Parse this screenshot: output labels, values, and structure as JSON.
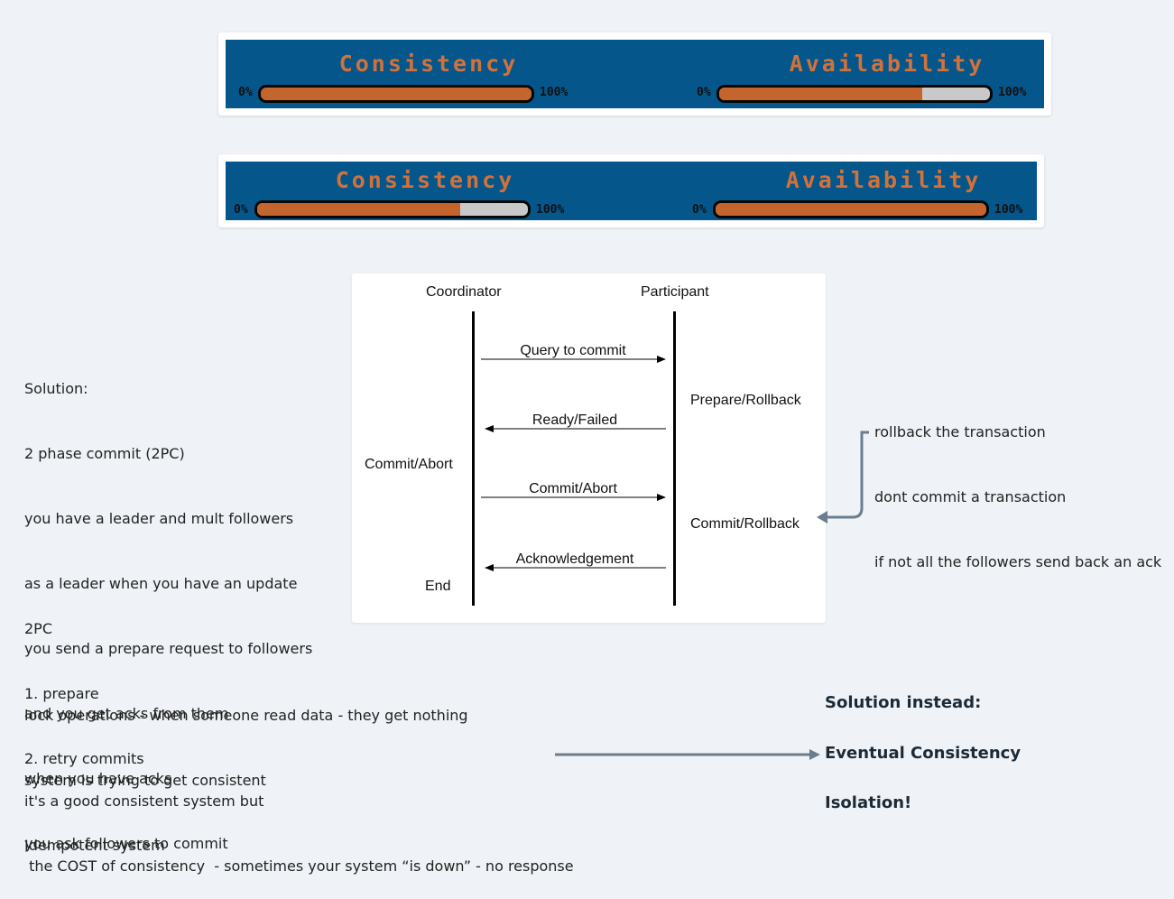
{
  "banners": [
    {
      "consistency": {
        "title": "Consistency",
        "min_label": "0%",
        "max_label": "100%",
        "level_percent": 100
      },
      "availability": {
        "title": "Availability",
        "min_label": "0%",
        "max_label": "100%",
        "level_percent": 75
      }
    },
    {
      "consistency": {
        "title": "Consistency",
        "min_label": "0%",
        "max_label": "100%",
        "level_percent": 75
      },
      "availability": {
        "title": "Availability",
        "min_label": "0%",
        "max_label": "100%",
        "level_percent": 100
      }
    }
  ],
  "diagram": {
    "coordinator": "Coordinator",
    "participant": "Participant",
    "messages": [
      "Query to commit",
      "Ready/Failed",
      "Commit/Abort",
      "Acknowledgement"
    ],
    "coordinator_states": [
      "Commit/Abort",
      "End"
    ],
    "participant_states": [
      "Prepare/Rollback",
      "Commit/Rollback"
    ]
  },
  "left_notes": [
    "Solution:",
    "2 phase commit (2PC)",
    "you have a leader and mult followers",
    "as a leader when you have an update",
    "you send a prepare request to followers",
    "and you get acks from them",
    "when you have acks",
    "you ask followers to commit"
  ],
  "twopc_notes": [
    "2PC",
    "1. prepare",
    "2. retry commits"
  ],
  "lock_notes": [
    "lock operations - when someone read data - they get nothing",
    "system is trying to get consistent",
    "Idempotent system"
  ],
  "cost_notes": [
    "it's a good consistent system but",
    " the COST of consistency  - sometimes your system “is down” - no response"
  ],
  "right_notes": [
    "rollback the transaction",
    "dont commit a transaction",
    "if not all the followers send back an ack"
  ],
  "solution": {
    "heading": "Solution instead:",
    "eventual": "Eventual Consistency",
    "isolation": "Isolation!"
  },
  "colors": {
    "banner_bg": "#05568a",
    "meter_fill": "#c4652e",
    "arrow": "#6b7d8e"
  }
}
